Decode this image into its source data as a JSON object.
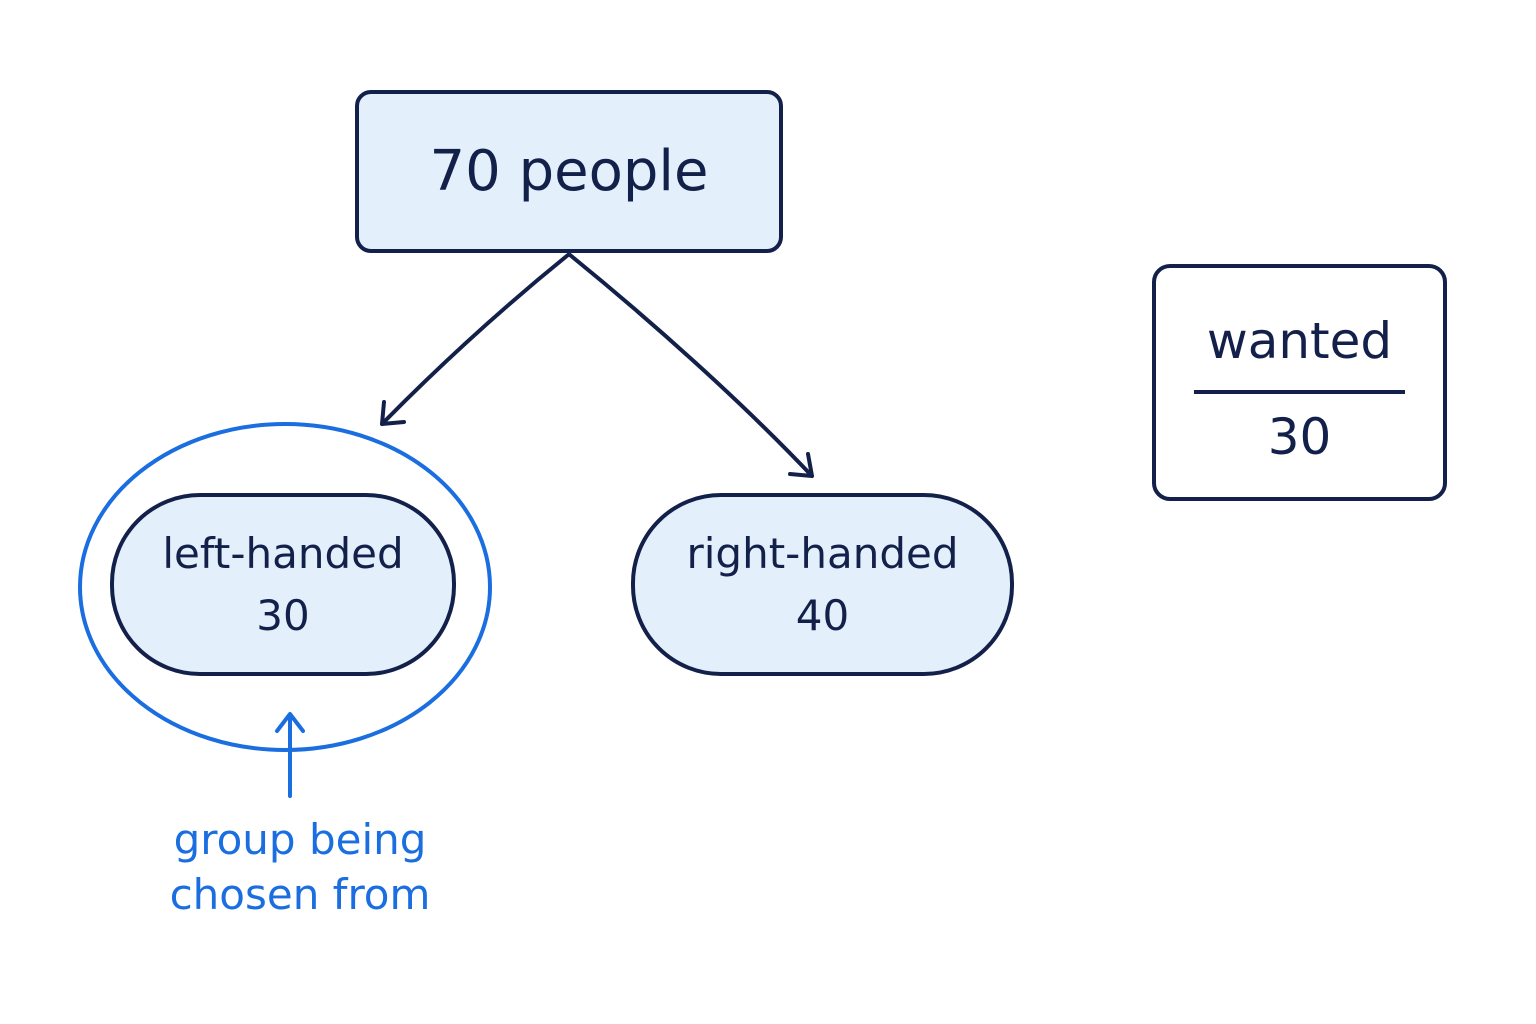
{
  "root": {
    "label": "70 people"
  },
  "left": {
    "label": "left-handed",
    "count": "30"
  },
  "right": {
    "label": "right-handed",
    "count": "40"
  },
  "fraction": {
    "numerator": "wanted",
    "denominator": "30"
  },
  "annotation": {
    "line1": "group being",
    "line2": "chosen from"
  },
  "colors": {
    "ink": "#13204a",
    "node_fill": "#e3f0fc",
    "highlight": "#1a6ee0"
  }
}
